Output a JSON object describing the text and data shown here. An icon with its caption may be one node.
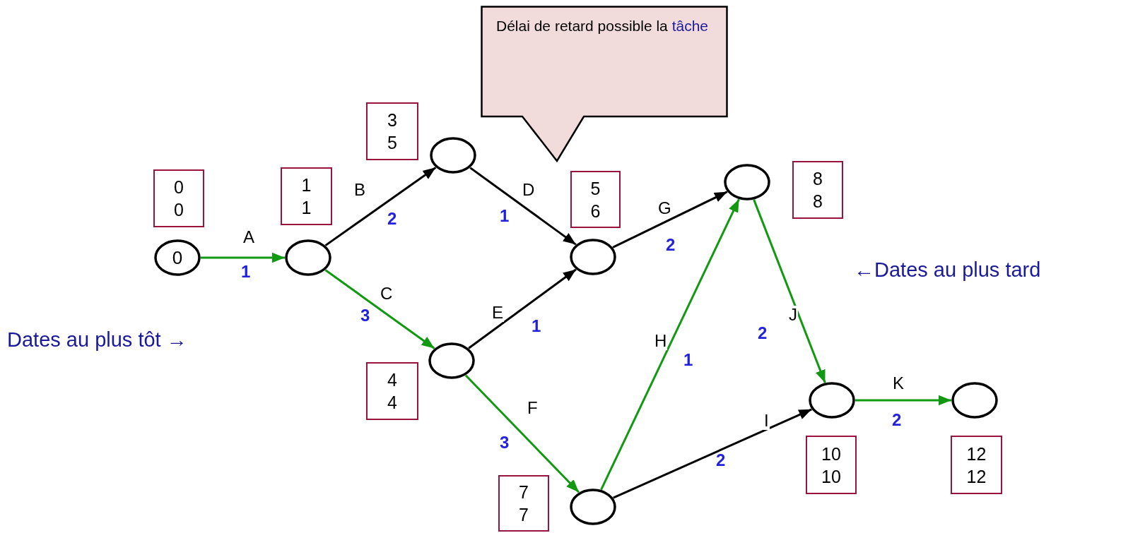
{
  "diagram": {
    "nodes": [
      {
        "text": [
          "0"
        ]
      },
      {
        "text": [],
        "shape": "circle"
      },
      {
        "text": [],
        "shape": "circle"
      },
      {
        "text": [],
        "shape": "circle"
      },
      {
        "text": [],
        "shape": "circle"
      },
      {
        "text": [],
        "shape": "circle"
      },
      {
        "text": [],
        "shape": "circle"
      },
      {
        "text": [],
        "shape": "circle"
      },
      {
        "text": [],
        "shape": "circle"
      },
      {
        "text": [
          "0",
          "0"
        ]
      },
      {
        "text": [
          "1",
          "1"
        ]
      },
      {
        "text": [
          "3",
          "5"
        ]
      },
      {
        "text": [
          "5",
          "6"
        ]
      },
      {
        "text": [
          "4",
          "4"
        ]
      },
      {
        "text": [
          "7",
          "7"
        ]
      },
      {
        "text": [
          "8",
          "8"
        ]
      },
      {
        "text": [
          "10",
          "10"
        ]
      },
      {
        "text": [
          "12",
          "12"
        ]
      },
      {
        "text": [
          "Délai de retard possible la",
          "tâche"
        ]
      }
    ],
    "edges": [
      {
        "from": 0,
        "to": 1,
        "arrow": "to",
        "label": "A"
      },
      {
        "from": 1,
        "to": 2,
        "arrow": "to",
        "label": "B",
        "color": "#000000"
      },
      {
        "from": 1,
        "to": 4,
        "arrow": "to",
        "label": "C"
      },
      {
        "from": 2,
        "to": 3,
        "arrow": "to",
        "label": "D",
        "color": "#000000"
      },
      {
        "from": 4,
        "to": 3,
        "arrow": "to",
        "label": "E",
        "color": "#000000"
      },
      {
        "from": 4,
        "to": 5,
        "arrow": "to",
        "label": "F"
      },
      {
        "from": 3,
        "to": 6,
        "arrow": "to",
        "label": "G",
        "color": "#000000"
      },
      {
        "from": 5,
        "to": 6,
        "arrow": "to",
        "label": "H"
      },
      {
        "from": 5,
        "to": 7,
        "arrow": "to",
        "label": "I",
        "color": "#000000"
      },
      {
        "from": 6,
        "to": 7,
        "arrow": "to",
        "label": "J"
      },
      {
        "from": 7,
        "to": 8,
        "arrow": "to",
        "label": "K"
      }
    ],
    "labels": [
      "1",
      "2",
      "3",
      "1",
      "1",
      "3",
      "2",
      "1",
      "2",
      "2",
      "2",
      "←Dates au plus tard",
      "Dates au plus tôt →"
    ]
  }
}
